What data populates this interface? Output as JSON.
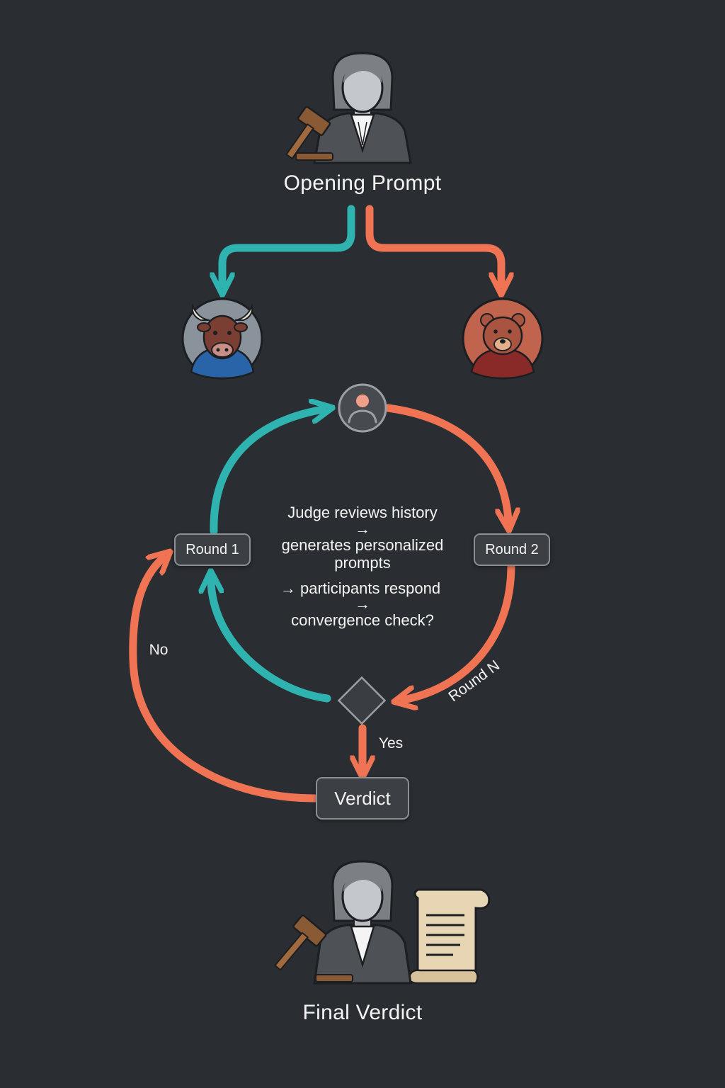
{
  "nodes": {
    "opening_prompt": "Opening Prompt",
    "round_1": "Round 1",
    "round_2": "Round 2",
    "round_n": "Round N",
    "verdict": "Verdict",
    "final_verdict": "Final Verdict"
  },
  "center": {
    "line1": "Judge reviews history",
    "arrow1": "→",
    "line2": "generates personalized",
    "line3": "prompts",
    "line4": "→ participants respond",
    "arrow2": "→",
    "line5": "convergence check?"
  },
  "edges": {
    "no": "No",
    "yes": "Yes"
  },
  "icons": {
    "judge_top": "judge-gavel-icon",
    "bull": "bull-icon",
    "bear": "bear-icon",
    "moderator": "person-icon",
    "decision": "decision-diamond-icon",
    "judge_bottom": "judge-scroll-icon"
  },
  "colors": {
    "teal": "#2fb3b0",
    "coral": "#f07454",
    "background": "#2a2d31"
  }
}
